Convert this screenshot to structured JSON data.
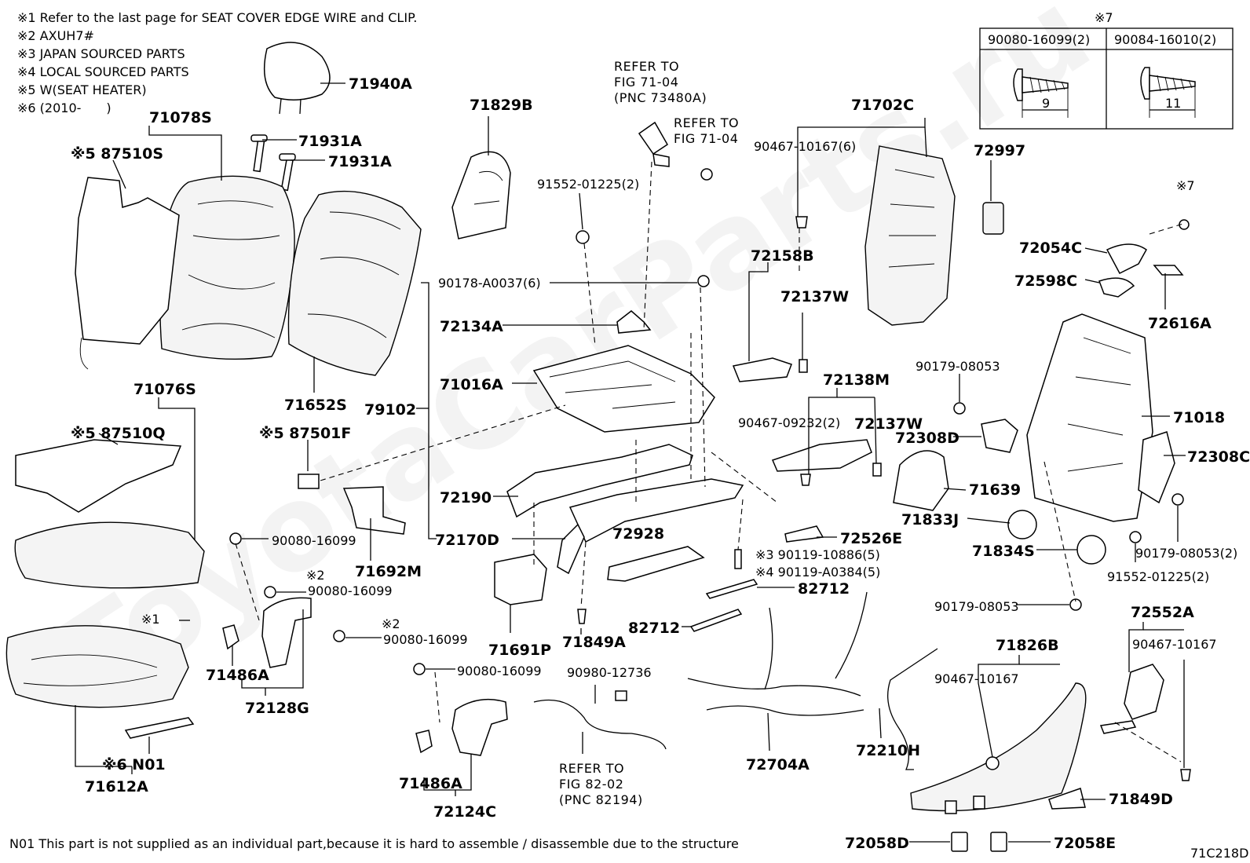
{
  "notes": [
    "※1 Refer to the last page for SEAT COVER EDGE WIRE and CLIP.",
    "※2 AXUH7#",
    "※3 JAPAN SOURCED PARTS",
    "※4 LOCAL SOURCED PARTS",
    "※5 W(SEAT HEATER)",
    "※6 (2010-　　)"
  ],
  "footnote": "N01 This part is not supplied as an individual part,because it is hard to assemble / disassemble due to the structure",
  "figure_id": "71C218D",
  "watermark": "ToyotaCarParts.ru",
  "screw_table": {
    "mark": "※7",
    "col1": "90080-16099(2)",
    "col2": "90084-16010(2)",
    "dim1": "9",
    "dim2": "11"
  },
  "refs": {
    "ref1": [
      "REFER TO",
      "FIG 71-04",
      "(PNC 73480A)"
    ],
    "ref2": [
      "REFER TO",
      "FIG 71-04"
    ],
    "ref3": [
      "REFER TO",
      "FIG 82-02",
      "(PNC 82194)"
    ]
  },
  "labels": {
    "l71940A": "71940A",
    "l71078S": "71078S",
    "l71931A_1": "71931A",
    "l71931A_2": "71931A",
    "l87510S": "※5 87510S",
    "l71829B": "71829B",
    "l91552a": "91552-01225(2)",
    "l90178": "90178-A0037(6)",
    "l72134A": "72134A",
    "l71016A": "71016A",
    "l79102": "79102",
    "l72190": "72190",
    "l72170D": "72170D",
    "l71652S": "71652S",
    "l71076S": "71076S",
    "l87510Q": "※5 87510Q",
    "l87501F": "※5 87501F",
    "l71702C": "71702C",
    "l90467_6": "90467-10167(6)",
    "l72997": "72997",
    "l72054C": "72054C",
    "l72598C": "72598C",
    "l72616A": "72616A",
    "l72158B": "72158B",
    "l72137W_1": "72137W",
    "l72138M": "72138M",
    "l90467_09232": "90467-09232(2)",
    "l72137W_2": "72137W",
    "l90179a": "90179-08053",
    "l72308D": "72308D",
    "l71018": "71018",
    "l72308C": "72308C",
    "l71639": "71639",
    "l71833J": "71833J",
    "l71834S": "71834S",
    "l72526E": "72526E",
    "l90119_10886": "※3 90119-10886(5)",
    "l90119_A0384": "※4 90119-A0384(5)",
    "l90179b": "90179-08053(2)",
    "l91552b": "91552-01225(2)",
    "l90179c": "90179-08053",
    "l72552A": "72552A",
    "l90467_10167a": "90467-10167",
    "l71826B": "71826B",
    "l90467_10167b": "90467-10167",
    "l82712a": "82712",
    "l82712b": "82712",
    "l72928": "72928",
    "l71692M": "71692M",
    "l90080a": "90080-16099",
    "l90080b_mark": "※2",
    "l90080b": "90080-16099",
    "l90080c_mark": "※2",
    "l90080c": "90080-16099",
    "l71691P": "71691P",
    "l71849A": "71849A",
    "l90980": "90980-12736",
    "l72704A": "72704A",
    "l72210H": "72210H",
    "l71849D": "71849D",
    "l72058D": "72058D",
    "l72058E": "72058E",
    "l71486A_1": "71486A",
    "l72128G": "72128G",
    "l1mark": "※1",
    "lN01": "※6 N01",
    "l71612A": "71612A",
    "l90080d": "90080-16099",
    "l71486A_2": "71486A",
    "l72124C": "72124C"
  }
}
